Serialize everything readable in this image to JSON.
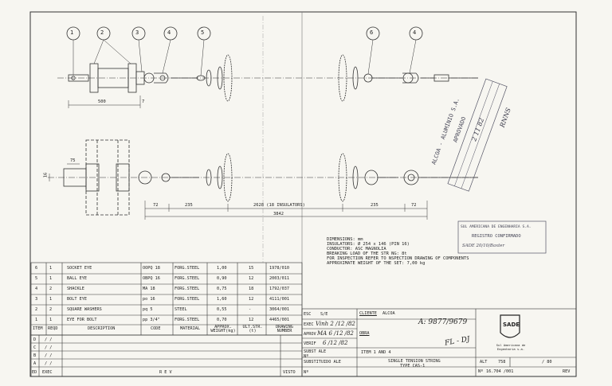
{
  "balloons": [
    "1",
    "2",
    "3",
    "4",
    "5",
    "6",
    "4"
  ],
  "dimensions": {
    "d500": "500",
    "d7": "7",
    "d75": "75",
    "d16": "16",
    "d72a": "72",
    "d235a": "235",
    "d2628": "2628  (18  INSULATORS)",
    "d235b": "235",
    "d72b": "72",
    "d3842": "3842"
  },
  "notes": [
    "DIMENSIONS: mm",
    "INSULATORS: Ø 254 x 146 (PIN 16)",
    "CONDUCTOR: ASC MAGNOLIA",
    "BREAKING LOAD OF THE STR NG: 8t",
    "FOR INSPECTION REFER TO  NSPECTION DRAWING OF COMPONENTS",
    "APPROXIMATE WEIGHT OF THE SET: 7,00 kg"
  ],
  "bom": {
    "headers": [
      "ITEM",
      "REQD",
      "DESCRIPTION",
      "CODE",
      "MATERIAL",
      "APPROX. WEIGHT(kg)",
      "ULT.STR. (t)",
      "DRAWING NUMBER"
    ],
    "rows": [
      [
        "6",
        "1",
        "SOCKET EYE",
        "OOPQ 18",
        "FORG.STEEL",
        "1,00",
        "15",
        "1978/010"
      ],
      [
        "5",
        "1",
        "BALL EYE",
        "OBPQ 16",
        "FORG.STEEL",
        "0,90",
        "12",
        "2003/011"
      ],
      [
        "4",
        "2",
        "SHACKLE",
        "MA 18",
        "FORG.STEEL",
        "0,75",
        "18",
        "1792/037"
      ],
      [
        "3",
        "1",
        "BOLT EYE",
        "po 16",
        "FORG.STEEL",
        "1,60",
        "12",
        "4111/001"
      ],
      [
        "2",
        "2",
        "SQUARE WASHERS",
        "pq 5",
        "STEEL",
        "0,55",
        "-",
        "3064/001"
      ],
      [
        "1",
        "1",
        "EYE FOR BOLT",
        "pp 3/4\"",
        "FORG.STEEL",
        "0,70",
        "12",
        "4465/001"
      ]
    ]
  },
  "revision": {
    "rows": [
      "D",
      "C",
      "B",
      "A"
    ],
    "marks": "/   /",
    "ed": "ED",
    "exec": "EXEC",
    "rev": "R E V",
    "visto": "VISTO"
  },
  "title_block": {
    "esc_label": "ESC",
    "esc_value": "S/E",
    "cliente_label": "CLIENTE",
    "cliente_value": "ALCOA",
    "exec_label": "EXEC",
    "exec_value": "Vinh 2 /12 /82",
    "aprov_label": "APROV",
    "aprov_value": "MA 6 /12 /82",
    "verif_label": "VERIF",
    "verif_value": "6 /12 /82",
    "subst_label": "SUBST ALE",
    "subst_no": "Nº",
    "subst_by_label": "SUBSTITUIDO ALE",
    "subst_by_no": "Nº",
    "obra_label": "OBRA",
    "obra_value": "A: 9877/9679",
    "item_value": "ITEM 1 AND 4",
    "title_line1": "SINGLE TENSION STRING",
    "title_line2": "TYPE CAS-1",
    "annotation": "FL - DJ",
    "company_logo": "SADE",
    "company_sub": "Sul Americana de Engenharia s.a.",
    "alt_label": "ALT",
    "alt_value": "758",
    "alt_sheet": "/ 80",
    "number_label": "Nº",
    "number_value": "16.704 /001",
    "rev_label": "REV"
  },
  "stamps": {
    "alcoa": "ALCOA - ALUMÍNIO S.A.",
    "approved": "APROVADO",
    "aprov_date": "2 11 82",
    "stamp_initials": "RNNS",
    "sade_stamp_title": "SUL AMERICANA DE ENGENHARIA S.A.",
    "sade_stamp_text": "REGISTRO CONFIRMADO",
    "sade_stamp_date": "SADE 20/10/Baxter"
  }
}
